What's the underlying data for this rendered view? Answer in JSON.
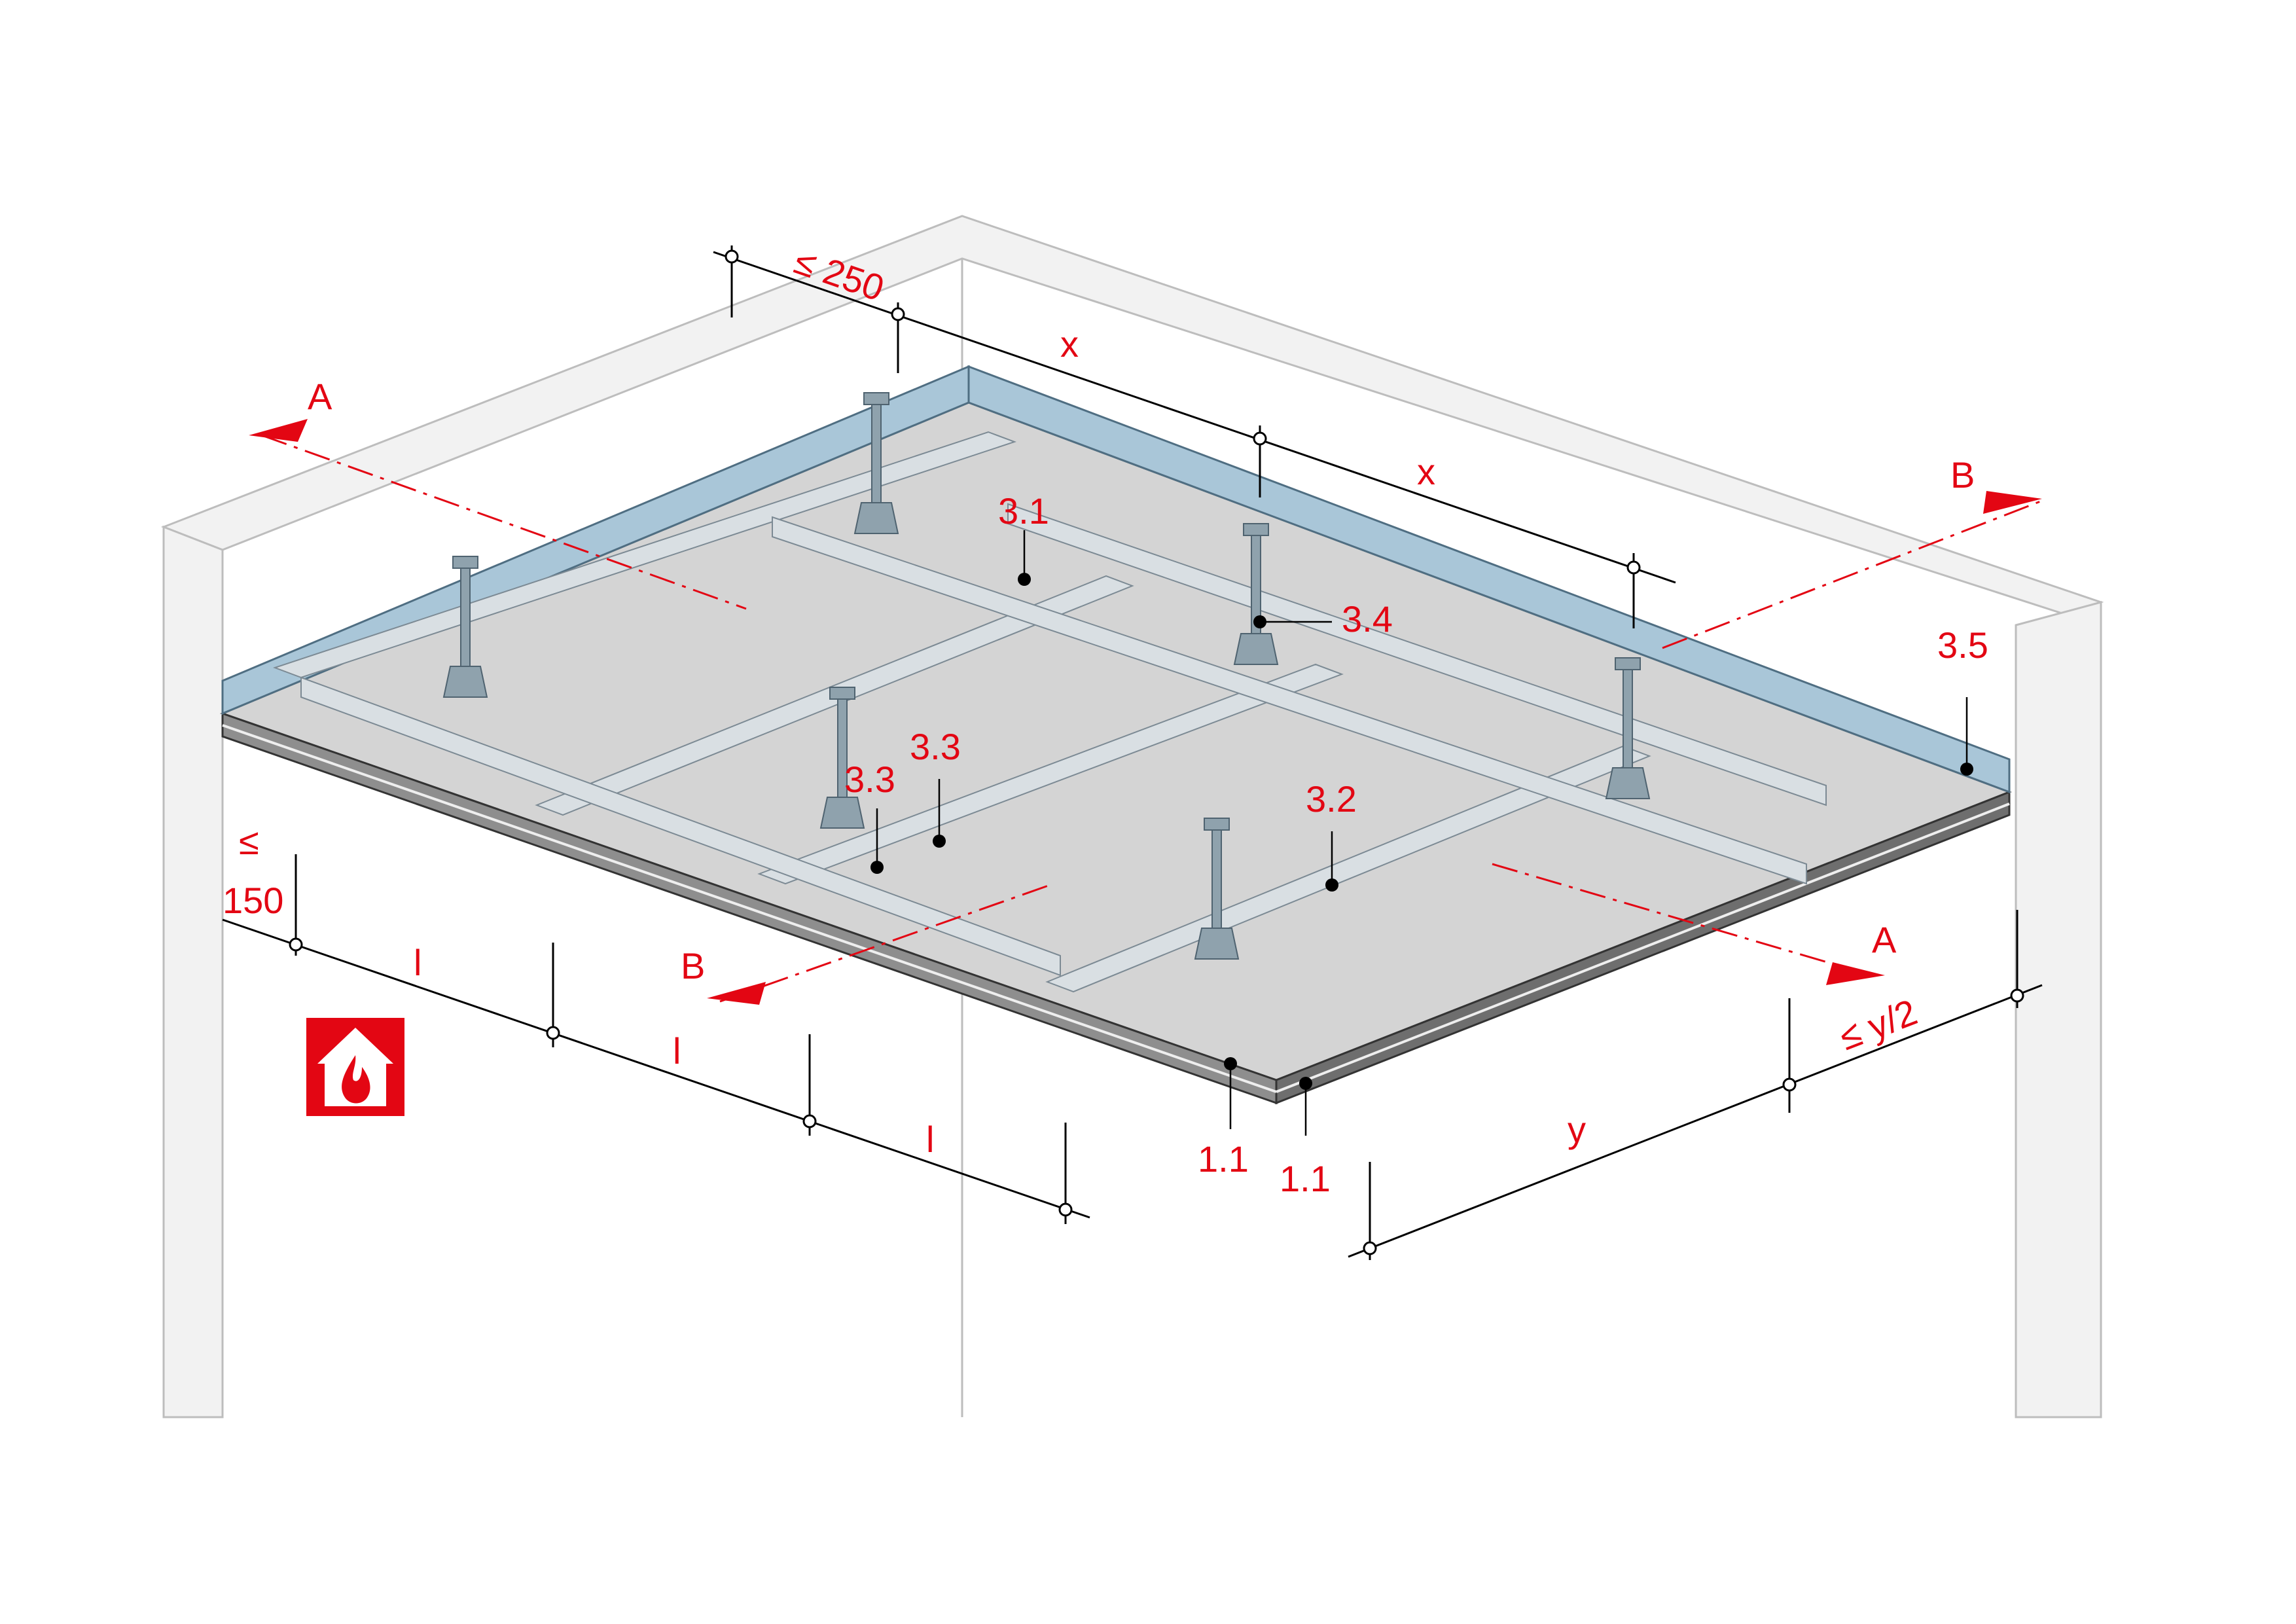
{
  "labels": {
    "d250": "≤ 250",
    "x1": "x",
    "x2": "x",
    "sec_a1": "A",
    "sec_a2": "A",
    "sec_b1": "B",
    "sec_b2": "B",
    "p31": "3.1",
    "p32": "3.2",
    "p33a": "3.3",
    "p33b": "3.3",
    "p34": "3.4",
    "p35": "3.5",
    "p11a": "1.1",
    "p11b": "1.1",
    "d150_sym": "≤",
    "d150_val": "150",
    "l1": "l",
    "l2": "l",
    "l3": "l",
    "y": "y",
    "y2": "≤ y/2"
  },
  "icons": [
    "fire-protection-icon"
  ],
  "colors": {
    "annotation": "#e30613",
    "edge_trim": "#a9c6d8",
    "ceiling_board": "#d4d4d4",
    "wall": "#f2f2f2"
  }
}
